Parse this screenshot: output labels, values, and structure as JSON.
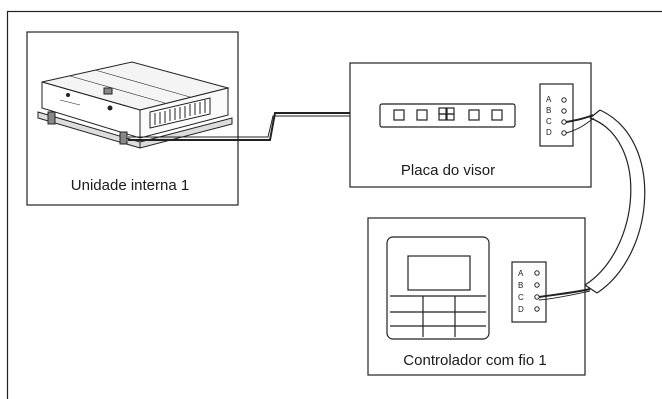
{
  "indoor_unit": {
    "label": "Unidade interna 1"
  },
  "display_board": {
    "label": "Placa do visor",
    "terminals": [
      "A",
      "B",
      "C",
      "D"
    ]
  },
  "wired_controller": {
    "label": "Controlador com fio 1",
    "terminals": [
      "A",
      "B",
      "C",
      "D"
    ]
  }
}
